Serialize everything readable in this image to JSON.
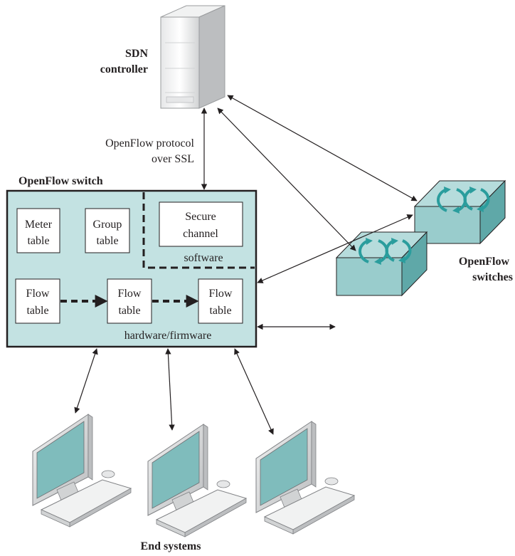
{
  "labels": {
    "controller_line1": "SDN",
    "controller_line2": "controller",
    "protocol_line1": "OpenFlow protocol",
    "protocol_line2": "over SSL",
    "switch_title": "OpenFlow switch",
    "meter_line1": "Meter",
    "meter_line2": "table",
    "group_line1": "Group",
    "group_line2": "table",
    "secure_line1": "Secure",
    "secure_line2": "channel",
    "software": "software",
    "flow1_line1": "Flow",
    "flow1_line2": "table",
    "flow2_line1": "Flow",
    "flow2_line2": "table",
    "flow3_line1": "Flow",
    "flow3_line2": "table",
    "hardware": "hardware/firmware",
    "switches_line1": "OpenFlow",
    "switches_line2": "switches",
    "end_systems": "End systems"
  },
  "colors": {
    "switch_fill": "#c3e2e2",
    "device_top": "#b6dcdc",
    "device_front": "#99cccc",
    "device_side": "#5fa8a8",
    "screen": "#7fbcbc",
    "arrow_glyph": "#2a9d9d",
    "stroke": "#231f20"
  },
  "icons": {
    "server": "tower-server-icon",
    "switch": "openflow-switch-icon",
    "computer": "desktop-computer-icon"
  }
}
